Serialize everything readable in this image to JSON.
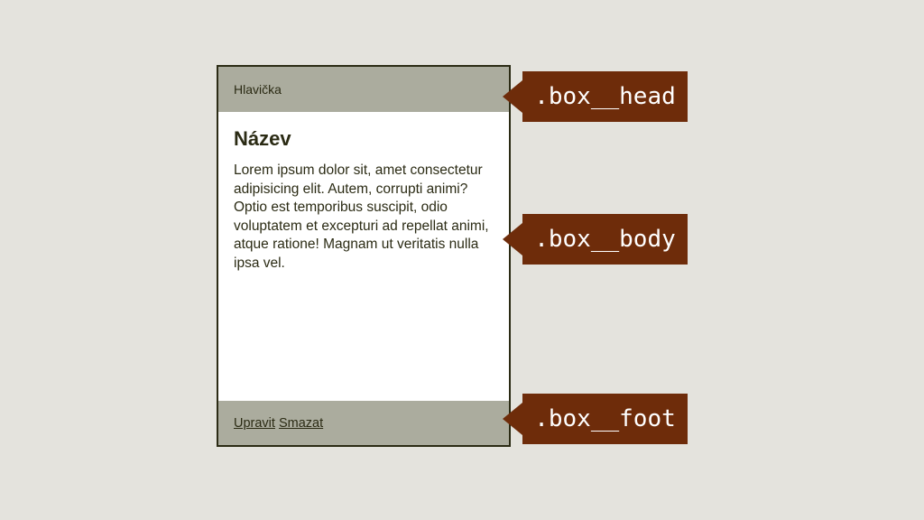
{
  "box": {
    "head_text": "Hlavička",
    "title": "Název",
    "body_text": "Lorem ipsum dolor sit, amet consectetur adipisicing elit. Autem, corrupti animi? Optio est temporibus suscipit, odio voluptatem et excepturi ad repellat animi, atque ratione! Magnam ut veritatis nulla ipsa vel.",
    "foot_links": [
      "Upravit",
      "Smazat"
    ]
  },
  "callouts": [
    ".box__head",
    ".box__body",
    ".box__foot"
  ],
  "colors": {
    "background": "#e4e3dd",
    "panel": "#abac9e",
    "border_text": "#2b2b14",
    "callout": "#6e2c0a"
  }
}
